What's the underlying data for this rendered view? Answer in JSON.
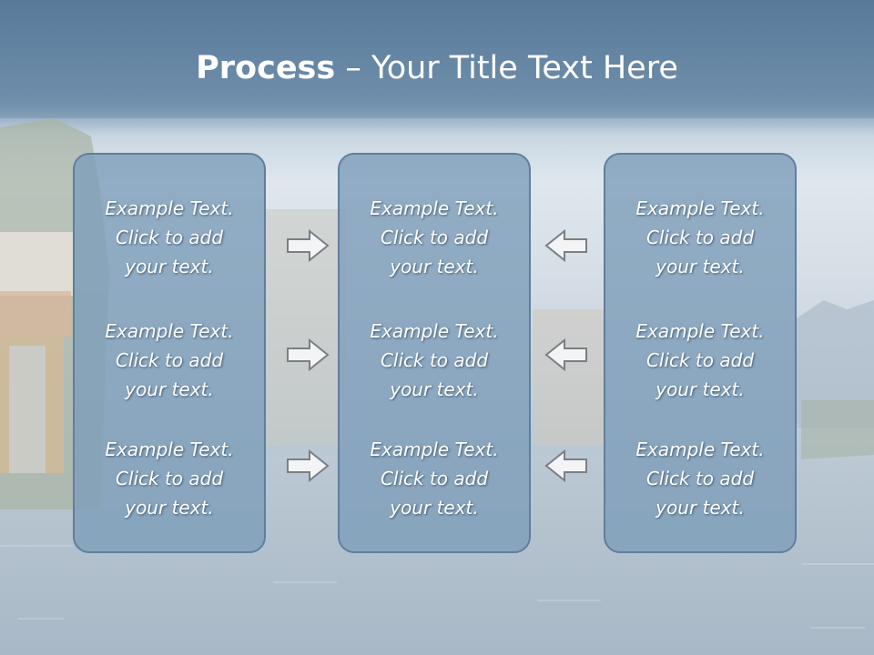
{
  "slide": {
    "title_bold": "Process",
    "title_rest": " – Your Title Text Here"
  },
  "columns": [
    {
      "cells": [
        {
          "line1": "Example Text.",
          "line2": "Click  to add",
          "line3": "your text."
        },
        {
          "line1": "Example Text.",
          "line2": "Click  to add",
          "line3": "your text."
        },
        {
          "line1": "Example Text.",
          "line2": "Click  to add",
          "line3": "your text."
        }
      ]
    },
    {
      "cells": [
        {
          "line1": "Example Text.",
          "line2": "Click  to add",
          "line3": "your text."
        },
        {
          "line1": "Example Text.",
          "line2": "Click  to add",
          "line3": "your text."
        },
        {
          "line1": "Example Text.",
          "line2": "Click  to add",
          "line3": "your text."
        }
      ]
    },
    {
      "cells": [
        {
          "line1": "Example Text.",
          "line2": "Click  to add",
          "line3": "your text."
        },
        {
          "line1": "Example Text.",
          "line2": "Click  to add",
          "line3": "your text."
        },
        {
          "line1": "Example Text.",
          "line2": "Click  to add",
          "line3": "your text."
        }
      ]
    }
  ],
  "arrows": {
    "left_group": "arrow-right-icon",
    "right_group": "arrow-left-icon"
  },
  "colors": {
    "title_band": "#5e7f9c",
    "box_fill": "#7d9db9",
    "box_border": "#5f7f9e",
    "text": "#ffffff"
  }
}
